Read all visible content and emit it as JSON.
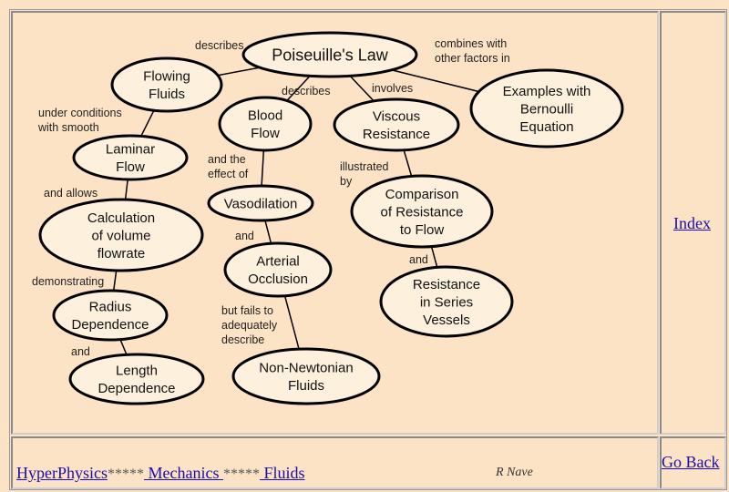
{
  "concept_map": {
    "nodes": [
      {
        "id": "poiseuille",
        "lines": [
          "Poiseuille's Law"
        ]
      },
      {
        "id": "flowing",
        "lines": [
          "Flowing",
          "Fluids"
        ]
      },
      {
        "id": "examples",
        "lines": [
          "Examples with",
          "Bernoulli",
          "Equation"
        ]
      },
      {
        "id": "blood",
        "lines": [
          "Blood",
          "Flow"
        ]
      },
      {
        "id": "viscous",
        "lines": [
          "Viscous",
          "Resistance"
        ]
      },
      {
        "id": "laminar",
        "lines": [
          "Laminar",
          "Flow"
        ]
      },
      {
        "id": "vaso",
        "lines": [
          "Vasodilation"
        ]
      },
      {
        "id": "comparison",
        "lines": [
          "Comparison",
          "of Resistance",
          "to Flow"
        ]
      },
      {
        "id": "calc",
        "lines": [
          "Calculation",
          "of volume",
          "flowrate"
        ]
      },
      {
        "id": "arterial",
        "lines": [
          "Arterial",
          "Occlusion"
        ]
      },
      {
        "id": "series",
        "lines": [
          "Resistance",
          "in Series",
          "Vessels"
        ]
      },
      {
        "id": "radius",
        "lines": [
          "Radius",
          "Dependence"
        ]
      },
      {
        "id": "length",
        "lines": [
          "Length",
          "Dependence"
        ]
      },
      {
        "id": "nonnewt",
        "lines": [
          "Non-Newtonian",
          "Fluids"
        ]
      }
    ],
    "edges": [
      {
        "from": "poiseuille",
        "to": "flowing",
        "label": [
          "describes"
        ]
      },
      {
        "from": "poiseuille",
        "to": "blood",
        "label": [
          "describes"
        ]
      },
      {
        "from": "poiseuille",
        "to": "viscous",
        "label": [
          "involves"
        ]
      },
      {
        "from": "poiseuille",
        "to": "examples",
        "label": [
          "combines with",
          "other factors in"
        ]
      },
      {
        "from": "flowing",
        "to": "laminar",
        "label": [
          "under conditions",
          "with smooth"
        ]
      },
      {
        "from": "laminar",
        "to": "calc",
        "label": [
          "and allows"
        ]
      },
      {
        "from": "calc",
        "to": "radius",
        "label": [
          "demonstrating"
        ]
      },
      {
        "from": "radius",
        "to": "length",
        "label": [
          "and"
        ]
      },
      {
        "from": "blood",
        "to": "vaso",
        "label": [
          "and the",
          "effect of"
        ]
      },
      {
        "from": "vaso",
        "to": "arterial",
        "label": [
          "and"
        ]
      },
      {
        "from": "arterial",
        "to": "nonnewt",
        "label": [
          "but fails to",
          "adequately",
          "describe"
        ]
      },
      {
        "from": "viscous",
        "to": "comparison",
        "label": [
          "illustrated",
          "by"
        ]
      },
      {
        "from": "comparison",
        "to": "series",
        "label": [
          "and"
        ]
      }
    ]
  },
  "sidebar": {
    "index_label": "Index",
    "goback_label": "Go Back"
  },
  "footer": {
    "hyperphysics": "HyperPhysics",
    "sep1": "*****",
    "mechanics": " Mechanics ",
    "sep2": "*****",
    "fluids": " Fluids",
    "author": "R Nave"
  },
  "colors": {
    "background": "#fde3c5",
    "node_fill": "#fdf0dc",
    "stroke": "#000000"
  }
}
